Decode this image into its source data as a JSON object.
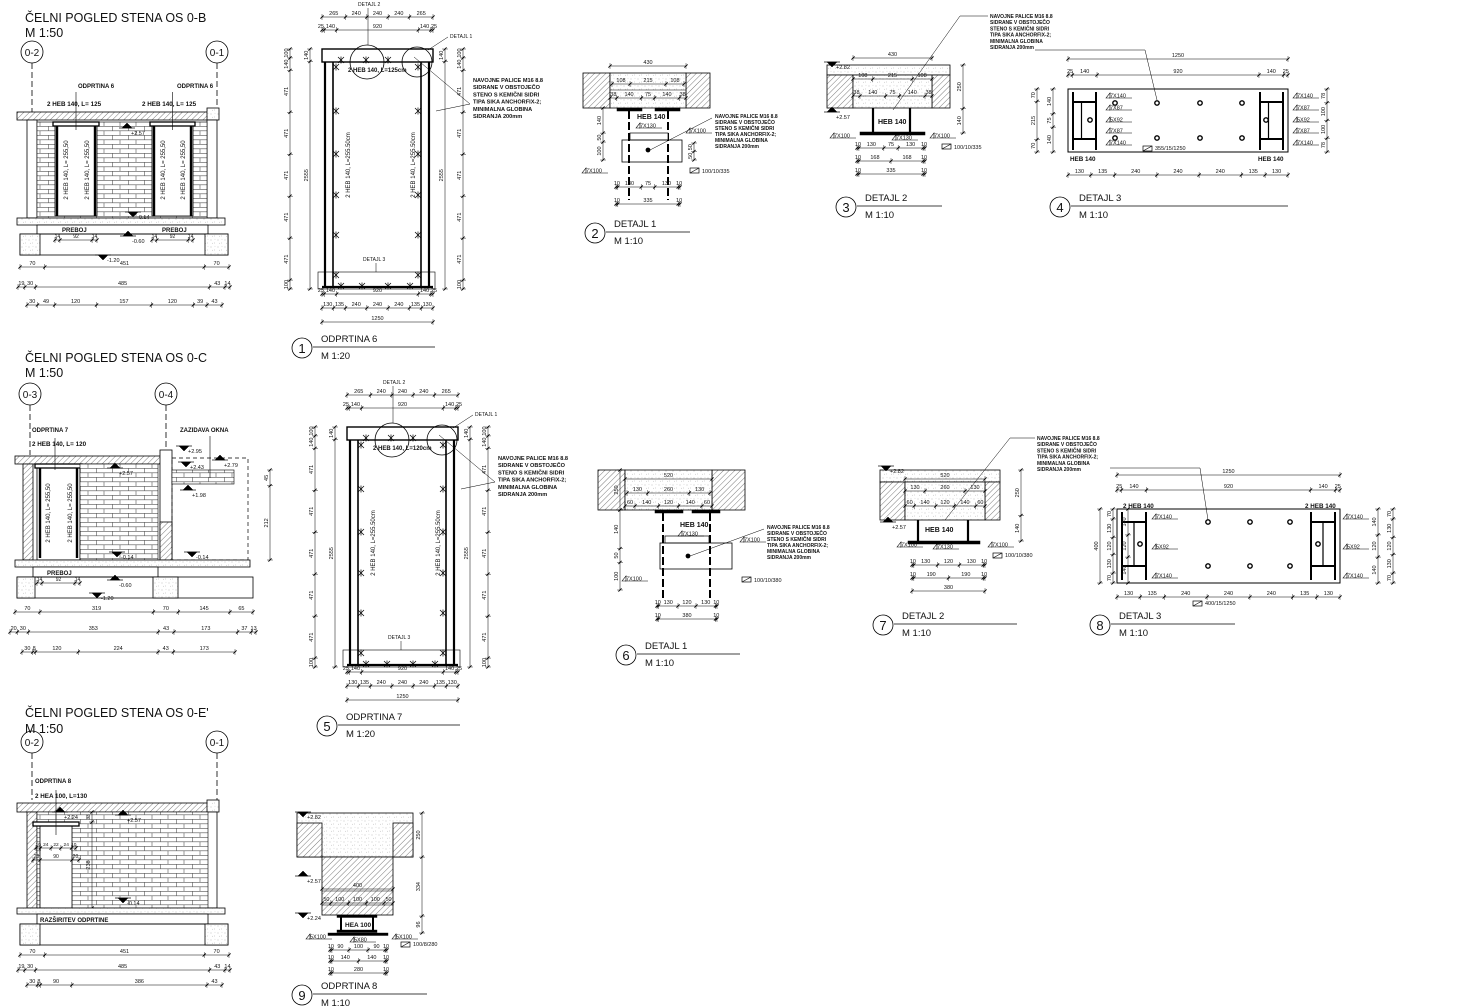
{
  "anchor_note": [
    "NAVOJNE PALICE M16 8.8",
    "SIDRANE V OBSTOJEČO",
    "STENO S KEMIČNI SIDRI",
    "TIPA SIKA ANCHORFIX-2;",
    "MINIMALNA GLOBINA",
    "SIDRANJA 200mm"
  ],
  "elev_b": {
    "title": "ČELNI POGLED STENA OS 0-B",
    "scale": "M 1:50",
    "axis_left": "0-2",
    "axis_right": "0-1",
    "opening_left": "ODPRTINA 6",
    "opening_right": "ODPRTINA 6",
    "beam_left": "2 HEB 140, L= 125",
    "beam_right": "2 HEB 140, L= 125",
    "column_label": "2 HEB 140, L= 255,50",
    "lintel": "PREBOJ",
    "levels": [
      "+2.57",
      "-0.14",
      "-1.20",
      "-0.60"
    ],
    "lintel_dims": [
      "14",
      "92",
      "14"
    ],
    "dims": [
      [
        "70",
        "451",
        "70"
      ],
      [
        "19",
        "30",
        "485",
        "43",
        "14"
      ],
      [
        "30",
        "49",
        "120",
        "157",
        "120",
        "39",
        "43"
      ]
    ]
  },
  "elev_c": {
    "title": "ČELNI POGLED STENA OS 0-C",
    "scale": "M 1:50",
    "axis_left": "0-3",
    "axis_right": "0-4",
    "opening": "ODPRTINA 7",
    "infill": "ZAZIDAVA OKNA",
    "beam": "2 HEB 140, L= 120",
    "column_label": "2 HEB 140, L= 255,50",
    "lintel": "PREBOJ",
    "levels": [
      "+2.57",
      "-0.14",
      "-1.20",
      "-0.60",
      "+2.95",
      "+2.43",
      "+2.79",
      "+1.98",
      "-0.14"
    ],
    "lintel_dims": [
      "14",
      "92",
      "14"
    ],
    "right_dims": [
      "45",
      "212"
    ],
    "dims": [
      [
        "70",
        "319",
        "70",
        "145",
        "65"
      ],
      [
        "20",
        "30",
        "353",
        "43",
        "173",
        "37",
        "13"
      ],
      [
        "30",
        "8",
        "120",
        "224",
        "43",
        "173"
      ]
    ]
  },
  "elev_e": {
    "title": "ČELNI POGLED STENA OS 0-E'",
    "scale": "M 1:50",
    "axis_left": "0-2",
    "axis_right": "0-1",
    "opening": "ODPRTINA 8",
    "beam": "2 HEA 100, L=130",
    "lintel_dims": [
      "10",
      "24",
      "22",
      "24",
      "10"
    ],
    "opening_dims": [
      "20",
      "90",
      "20"
    ],
    "heights": [
      "33",
      "238"
    ],
    "widening": "RAZŠIRITEV ODPRTINE",
    "levels": [
      "+2.24",
      "+2.57",
      "-0.14"
    ],
    "dims": [
      [
        "70",
        "451",
        "70"
      ],
      [
        "19",
        "30",
        "485",
        "43",
        "14"
      ],
      [
        "30",
        "8",
        "90",
        "386",
        "43"
      ]
    ]
  },
  "op6": {
    "number": "1",
    "title": "ODPRTINA 6",
    "scale": "M 1:20",
    "detail_refs": [
      "DETAJL 2",
      "DETAJL 1",
      "DETAJL 3"
    ],
    "beam": "2 HEB 140, L=125cm",
    "column_label": "2 HEB 140, L=255.50cm",
    "top_dims": [
      [
        "265",
        "240",
        "240",
        "240",
        "265"
      ],
      [
        "25",
        "140",
        "920",
        "140",
        "25"
      ]
    ],
    "bottom_dims": [
      [
        "25",
        "140",
        "920",
        "140",
        "25"
      ],
      [
        "130",
        "135",
        "240",
        "240",
        "240",
        "135",
        "130"
      ],
      [
        "1250"
      ]
    ],
    "side_outer": [
      "100",
      "140",
      "471",
      "471",
      "471",
      "471",
      "471",
      "100"
    ],
    "side_inner": [
      "140",
      "2555"
    ]
  },
  "op7": {
    "number": "5",
    "title": "ODPRTINA 7",
    "scale": "M 1:20",
    "detail_refs": [
      "DETAJL 2",
      "DETAJL 1",
      "DETAJL 3"
    ],
    "beam": "2 HEB 140, L=120cm",
    "column_label": "2 HEB 140, L=255.50cm",
    "top_dims": [
      [
        "265",
        "240",
        "240",
        "240",
        "265"
      ],
      [
        "25",
        "140",
        "920",
        "140",
        "25"
      ]
    ],
    "bottom_dims": [
      [
        "25",
        "140",
        "920",
        "140",
        "25"
      ],
      [
        "130",
        "135",
        "240",
        "240",
        "240",
        "135",
        "130"
      ],
      [
        "1250"
      ]
    ],
    "side_outer": [
      "100",
      "140",
      "471",
      "471",
      "471",
      "471",
      "471",
      "100"
    ],
    "side_inner": [
      "140",
      "2555"
    ]
  },
  "d2": {
    "number": "2",
    "title": "DETAJL 1",
    "scale": "M 1:10",
    "beam": "HEB 140",
    "top": [
      "430"
    ],
    "row1": [
      "108",
      "215",
      "108"
    ],
    "row2": [
      "38",
      "140",
      "75",
      "140",
      "38"
    ],
    "left": [
      "140",
      "50",
      "100"
    ],
    "right": [
      "50",
      "50"
    ],
    "welds": [
      "7X130",
      "7X100",
      "7X100"
    ],
    "plate": "100/10/335",
    "bottom": [
      [
        "10",
        "130",
        "75",
        "130",
        "10"
      ],
      [
        "10",
        "335",
        "10"
      ]
    ]
  },
  "d3": {
    "number": "3",
    "title": "DETAJL 2",
    "scale": "M 1:10",
    "beam": "HEB 140",
    "levels": [
      "+2.82",
      "+2.57"
    ],
    "top": [
      "430"
    ],
    "row1": [
      "108",
      "215",
      "108"
    ],
    "row2": [
      "38",
      "140",
      "75",
      "140",
      "38"
    ],
    "right": [
      "250",
      "140"
    ],
    "welds": [
      "7X100",
      "7X130",
      "7X100"
    ],
    "plate": "100/10/335",
    "bottom": [
      [
        "10",
        "130",
        "75",
        "130",
        "10"
      ],
      [
        "10",
        "168",
        "168",
        "10"
      ],
      [
        "10",
        "335",
        "10"
      ]
    ]
  },
  "d4": {
    "number": "4",
    "title": "DETAJL 3",
    "scale": "M 1:10",
    "profiles": [
      "HEB 140",
      "HEB 140"
    ],
    "top": [
      "1250"
    ],
    "row1": [
      "25",
      "140",
      "920",
      "140",
      "25"
    ],
    "left_outer": [
      "70",
      "215",
      "70"
    ],
    "left_inner": [
      "140",
      "75",
      "140"
    ],
    "right": [
      "78",
      "100",
      "100",
      "78"
    ],
    "welds": [
      "7X140",
      "7X87",
      "5X92",
      "7X87",
      "7X140"
    ],
    "plate": "355/15/1250",
    "bottom": [
      "130",
      "135",
      "240",
      "240",
      "240",
      "135",
      "130"
    ]
  },
  "d6": {
    "number": "6",
    "title": "DETAJL 1",
    "scale": "M 1:10",
    "beam": "HEB 140",
    "top": [
      "520"
    ],
    "row1": [
      "130",
      "260",
      "130"
    ],
    "row2": [
      "60",
      "140",
      "120",
      "140",
      "60"
    ],
    "left_top": [
      "250"
    ],
    "left": [
      "140",
      "50",
      "100"
    ],
    "welds": [
      "7X130",
      "7X100",
      "7X100"
    ],
    "plate": "100/10/380",
    "bottom": [
      [
        "10",
        "130",
        "120",
        "130",
        "10"
      ],
      [
        "10",
        "380",
        "10"
      ]
    ]
  },
  "d7": {
    "number": "7",
    "title": "DETAJL 2",
    "scale": "M 1:10",
    "beam": "HEB 140",
    "levels": [
      "+2.82",
      "+2.57"
    ],
    "top": [
      "520"
    ],
    "row1": [
      "130",
      "260",
      "130"
    ],
    "row2": [
      "60",
      "140",
      "120",
      "140",
      "60"
    ],
    "right": [
      "250",
      "140"
    ],
    "welds": [
      "7X100",
      "7X130",
      "7X100"
    ],
    "plate": "100/10/380",
    "bottom": [
      [
        "10",
        "130",
        "120",
        "130",
        "10"
      ],
      [
        "10",
        "190",
        "190",
        "10"
      ],
      [
        "380"
      ]
    ]
  },
  "d8": {
    "number": "8",
    "title": "DETAJL 3",
    "scale": "M 1:10",
    "profiles": [
      "2 HEB 140",
      "2 HEB 140"
    ],
    "top": [
      "1250"
    ],
    "row1": [
      "25",
      "140",
      "920",
      "140",
      "25"
    ],
    "left_total": [
      "400"
    ],
    "left_outer": [
      "70",
      "130",
      "120",
      "130",
      "70"
    ],
    "left_inner": [
      "140",
      "120",
      "140"
    ],
    "right_inner": [
      "140",
      "120",
      "140"
    ],
    "right_outer": [
      "70",
      "130",
      "120",
      "130",
      "70"
    ],
    "welds": [
      "7X140",
      "5X92",
      "7X140"
    ],
    "plate": "400/15/1250",
    "bottom": [
      "130",
      "135",
      "240",
      "240",
      "240",
      "135",
      "130"
    ]
  },
  "d9": {
    "number": "9",
    "title": "ODPRTINA 8",
    "scale": "M 1:10",
    "beam": "HEA 100",
    "levels": [
      "+2.82",
      "+2.57",
      "+2.24"
    ],
    "width": [
      "400"
    ],
    "row": [
      "50",
      "100",
      "100",
      "100",
      "50"
    ],
    "right": [
      "250",
      "334",
      "96"
    ],
    "welds": [
      "5X100",
      "5X80",
      "5X100"
    ],
    "plate": "100/8/280",
    "bottom": [
      [
        "10",
        "90",
        "100",
        "90",
        "10"
      ],
      [
        "10",
        "140",
        "140",
        "10"
      ],
      [
        "10",
        "280",
        "10"
      ]
    ]
  }
}
